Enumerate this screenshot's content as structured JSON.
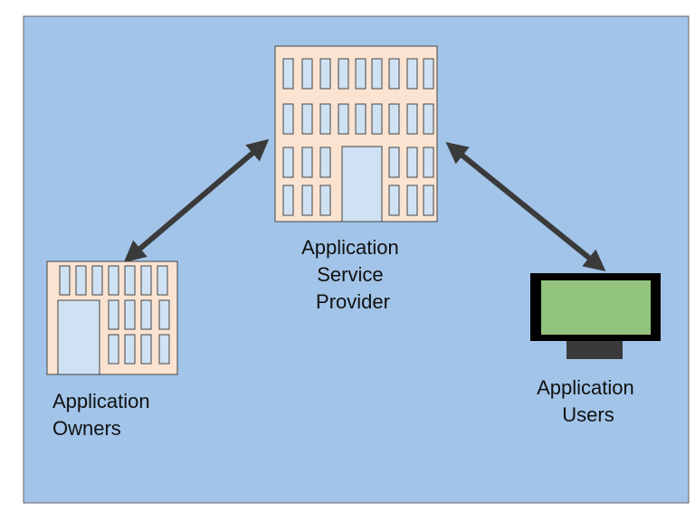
{
  "diagram": {
    "colors": {
      "background": "#a2c4e8",
      "building_fill": "#fbe3d1",
      "window_fill": "#cfe2f3",
      "outline": "#444444",
      "arrow": "#3a3a3a",
      "monitor_screen": "#93c47d",
      "monitor_frame": "#000000"
    },
    "nodes": {
      "provider": {
        "label_lines": [
          "Application",
          "Service",
          "Provider"
        ],
        "icon": "office-building-icon"
      },
      "owners": {
        "label_lines": [
          "Application",
          "Owners"
        ],
        "icon": "building-icon"
      },
      "users": {
        "label_lines": [
          "Application",
          "Users"
        ],
        "icon": "monitor-icon"
      }
    },
    "edges": [
      {
        "from": "owners",
        "to": "provider",
        "direction": "bidirectional"
      },
      {
        "from": "provider",
        "to": "users",
        "direction": "bidirectional"
      }
    ]
  }
}
